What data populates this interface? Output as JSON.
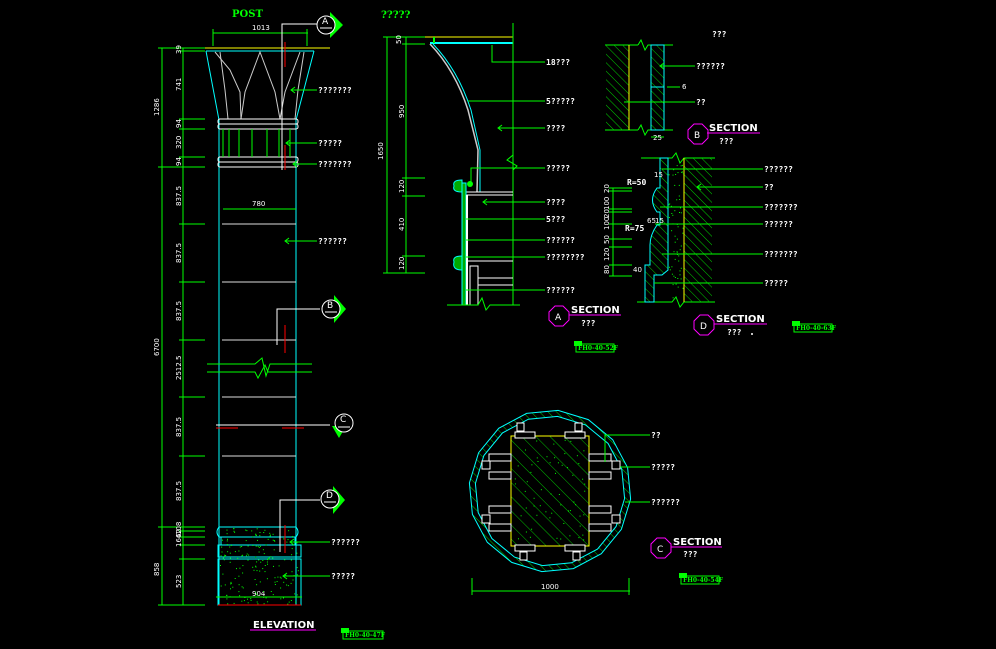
{
  "colors": {
    "background": "#000000",
    "leader": "#00ff00",
    "outline": "#00ffff",
    "detail": "#ffffff",
    "axis_red": "#ff0000",
    "top_line": "#ffff00",
    "section_tag": "#ff00ff"
  },
  "elevation": {
    "title": "POST",
    "bottom_title": "ELEVATION",
    "stamp": "FH0-40-47F",
    "top_width": "1013",
    "shaft_width": "780",
    "base_width": "904",
    "overall_left": [
      "1286",
      "6700",
      "858"
    ],
    "segments": [
      "39",
      "741",
      "94",
      "320",
      "94",
      "837.5",
      "837.5",
      "837.5",
      "2512.5",
      "837.5",
      "837.5",
      "108",
      "62",
      "164",
      "523"
    ],
    "labels": [
      "???????",
      "?????",
      "???????",
      "??????",
      "??????",
      "?????"
    ],
    "section_markers": [
      "A",
      "B",
      "C",
      "D"
    ]
  },
  "section_a": {
    "header": "?????",
    "tag": "A",
    "title": "SECTION",
    "subtitle": "???",
    "stamp": "FH0-40-52F",
    "dims": [
      "1650",
      "50",
      "950",
      "120",
      "410",
      "120"
    ],
    "labels": [
      "18???",
      "5?????",
      "????",
      "?????",
      "????",
      "5???",
      "??????",
      "????????",
      "??????"
    ]
  },
  "section_b": {
    "header": "???",
    "tag": "B",
    "title": "SECTION",
    "subtitle": "???",
    "dims": [
      "25",
      "6"
    ],
    "labels": [
      "??????",
      "??"
    ]
  },
  "section_d": {
    "tag": "D",
    "title": "SECTION",
    "subtitle": "???",
    "stamp": "FH0-40-63F",
    "radii": [
      "R=50",
      "R=75"
    ],
    "dims": [
      "20",
      "100",
      "20",
      "100",
      "50",
      "120",
      "80",
      "15",
      "65",
      "15",
      "40"
    ],
    "labels": [
      "??????",
      "??",
      "???????",
      "??????",
      "???????",
      "?????"
    ]
  },
  "section_c": {
    "tag": "C",
    "title": "SECTION",
    "subtitle": "???",
    "stamp": "FH0-40-54F",
    "width_dim": "1000",
    "labels": [
      "??",
      "?????",
      "??????"
    ]
  }
}
